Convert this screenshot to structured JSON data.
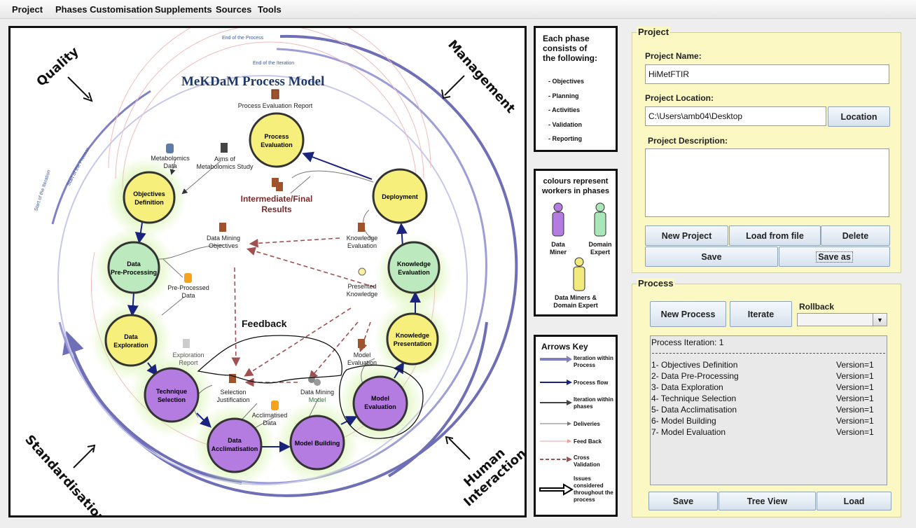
{
  "menu": {
    "items": [
      "Project",
      "Phases Customisation",
      "Supplements",
      "Sources",
      "Tools"
    ]
  },
  "diagram": {
    "title": "MeKDaM Process Model",
    "corner_labels": {
      "quality": "Quality",
      "management": "Management",
      "standardisation": "Standardisation",
      "human_interaction_1": "Human",
      "human_interaction_2": "Interaction"
    },
    "arc_labels": {
      "end_of_process": "End of the Process",
      "end_of_iteration": "End of the Iteration",
      "start_of_iteration": "Start of the Iteration",
      "start_of_process": "Start of the Process"
    },
    "phases": {
      "process_evaluation": [
        "Process",
        "Evaluation"
      ],
      "objectives_definition": [
        "Objectives",
        "Definition"
      ],
      "data_preprocessing": [
        "Data",
        "Pre-Processing"
      ],
      "data_exploration": [
        "Data",
        "Exploration"
      ],
      "technique_selection": [
        "Technique",
        "Selection"
      ],
      "data_acclimatisation": [
        "Data",
        "Acclimatisation"
      ],
      "model_building": [
        "Model Building"
      ],
      "model_evaluation": [
        "Model",
        "Evaluation"
      ],
      "knowledge_presentation": [
        "Knowledge",
        "Presentation"
      ],
      "knowledge_evaluation": [
        "Knowledge",
        "Evaluation"
      ],
      "deployment": [
        "Deployment"
      ]
    },
    "artefacts": {
      "process_evaluation_report": "Process Evaluation Report",
      "metabolomics_data": [
        "Metabolomics",
        "Data"
      ],
      "aims": [
        "Aims of",
        "Metabolomics Study"
      ],
      "intermediate_results": [
        "Intermediate/Final",
        "Results"
      ],
      "data_mining_objectives": [
        "Data Mining",
        "Objectives"
      ],
      "knowledge_evaluation_doc": [
        "Knowledge",
        "Evaluation"
      ],
      "presented_knowledge": [
        "Presented",
        "Knowledge"
      ],
      "preprocessed_data": [
        "Pre-Processed",
        "Data"
      ],
      "exploration_report": [
        "Exploration",
        "Report"
      ],
      "model_evaluation_doc": [
        "Model",
        "Evaluation"
      ],
      "selection_justification": [
        "Selection",
        "Justification"
      ],
      "data_mining_model": [
        "Data Mining",
        "Model"
      ],
      "acclimatised_data": [
        "Acclimatised",
        "Data"
      ]
    },
    "feedback_label": "Feedback"
  },
  "phase_panel": {
    "title_lines": [
      "Each phase",
      "consists of",
      "the following:"
    ],
    "items": [
      "- Objectives",
      "- Planning",
      "- Activities",
      "- Validation",
      "- Reporting"
    ]
  },
  "colours_panel": {
    "title_lines": [
      "colours represent",
      "workers in phases"
    ],
    "workers": [
      {
        "lines": [
          "Data",
          "Miner"
        ],
        "color": "#b47be0"
      },
      {
        "lines": [
          "Domain",
          "Expert"
        ],
        "color": "#a9e6b8"
      },
      {
        "lines": [
          "Data Miners &",
          "Domain Expert"
        ],
        "color": "#f2ea7c"
      }
    ]
  },
  "arrows_panel": {
    "title": "Arrows Key",
    "items": [
      {
        "lines": [
          "Iteration within",
          "Process"
        ],
        "color": "#7f7fc0",
        "style": "thick"
      },
      {
        "lines": [
          "Process flow"
        ],
        "color": "#1a237e",
        "style": "solid"
      },
      {
        "lines": [
          "Iteration within",
          "phases"
        ],
        "color": "#444444",
        "style": "solid"
      },
      {
        "lines": [
          "Deliveries"
        ],
        "color": "#777777",
        "style": "thin"
      },
      {
        "lines": [
          "Feed Back"
        ],
        "color": "#e8a0a0",
        "style": "thin"
      },
      {
        "lines": [
          "Cross",
          "Validation"
        ],
        "color": "#a05050",
        "style": "dashed"
      },
      {
        "lines": [
          "Issues",
          "considered",
          "throughout the",
          "process"
        ],
        "color": "#000000",
        "style": "outline"
      }
    ]
  },
  "project": {
    "legend": "Project",
    "name_label": "Project Name:",
    "name_value": "HiMetFTIR",
    "location_label": "Project Location:",
    "location_value": "C:\\Users\\amb04\\Desktop",
    "location_button": "Location",
    "description_label": "Project Description:",
    "description_value": "",
    "buttons": {
      "new_project": "New Project",
      "load_from_file": "Load from file",
      "delete": "Delete",
      "save": "Save",
      "save_as": "Save as"
    }
  },
  "process": {
    "legend": "Process",
    "new_process": "New Process",
    "iterate": "Iterate",
    "rollback_label": "Rollback",
    "rollback_value": "",
    "iteration_header": "Process Iteration: 1",
    "rows": [
      {
        "name": "1- Objectives Definition",
        "version": "Version=1"
      },
      {
        "name": "2- Data Pre-Processing",
        "version": "Version=1"
      },
      {
        "name": "3- Data Exploration",
        "version": "Version=1"
      },
      {
        "name": "4- Technique Selection",
        "version": "Version=1"
      },
      {
        "name": "5- Data Acclimatisation",
        "version": "Version=1"
      },
      {
        "name": "6- Model Building",
        "version": "Version=1"
      },
      {
        "name": "7- Model Evaluation",
        "version": "Version=1"
      }
    ],
    "buttons": {
      "save": "Save",
      "tree_view": "Tree View",
      "load": "Load"
    }
  }
}
